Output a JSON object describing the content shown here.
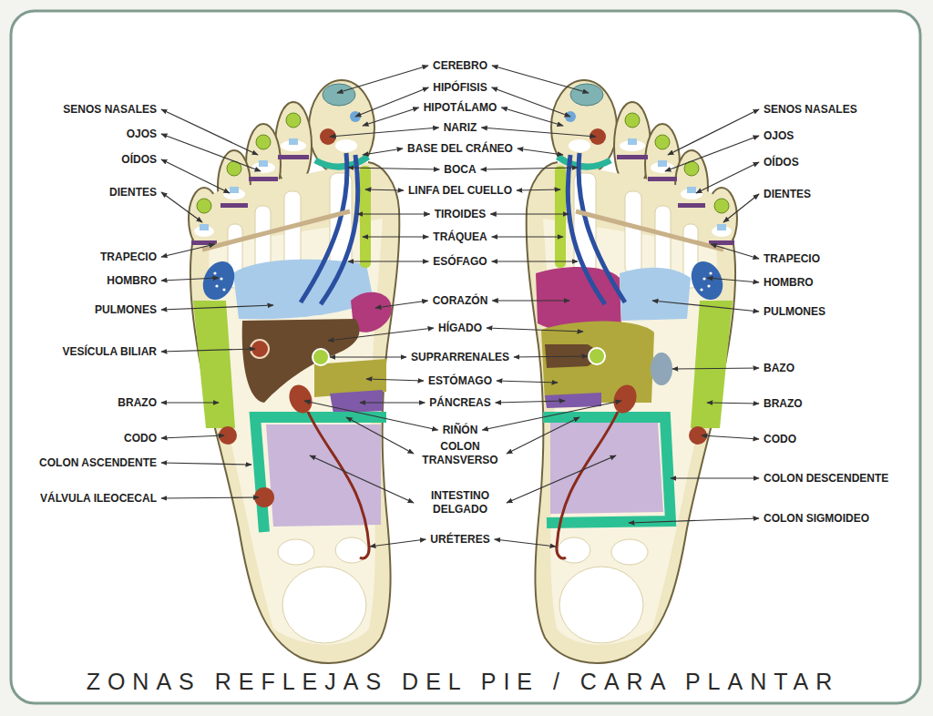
{
  "diagram": {
    "title": "ZONAS REFLEJAS DEL PIE / CARA PLANTAR",
    "labels": [
      "SENOS NASALES",
      "OJOS",
      "OÍDOS",
      "DIENTES",
      "TRAPECIO",
      "HOMBRO",
      "PULMONES",
      "VESÍCULA BILIAR",
      "BRAZO",
      "CODO",
      "COLON ASCENDENTE",
      "VÁLVULA ILEOCECAL",
      "CEREBRO",
      "HIPÓFISIS",
      "HIPOTÁLAMO",
      "NARIZ",
      "BASE DEL CRÁNEO",
      "BOCA",
      "LINFA DEL CUELLO",
      "TIROIDES",
      "TRÁQUEA",
      "ESÓFAGO",
      "CORAZÓN",
      "HÍGADO",
      "SUPRARRENALES",
      "ESTÓMAGO",
      "PÁNCREAS",
      "RIÑÓN",
      "COLON TRANSVERSO",
      "INTESTINO DELGADO",
      "URÉTERES",
      "SENOS NASALES",
      "OJOS",
      "OÍDOS",
      "DIENTES",
      "TRAPECIO",
      "HOMBRO",
      "PULMONES",
      "BAZO",
      "BRAZO",
      "CODO",
      "COLON DESCENDENTE",
      "COLON SIGMOIDEO"
    ]
  }
}
